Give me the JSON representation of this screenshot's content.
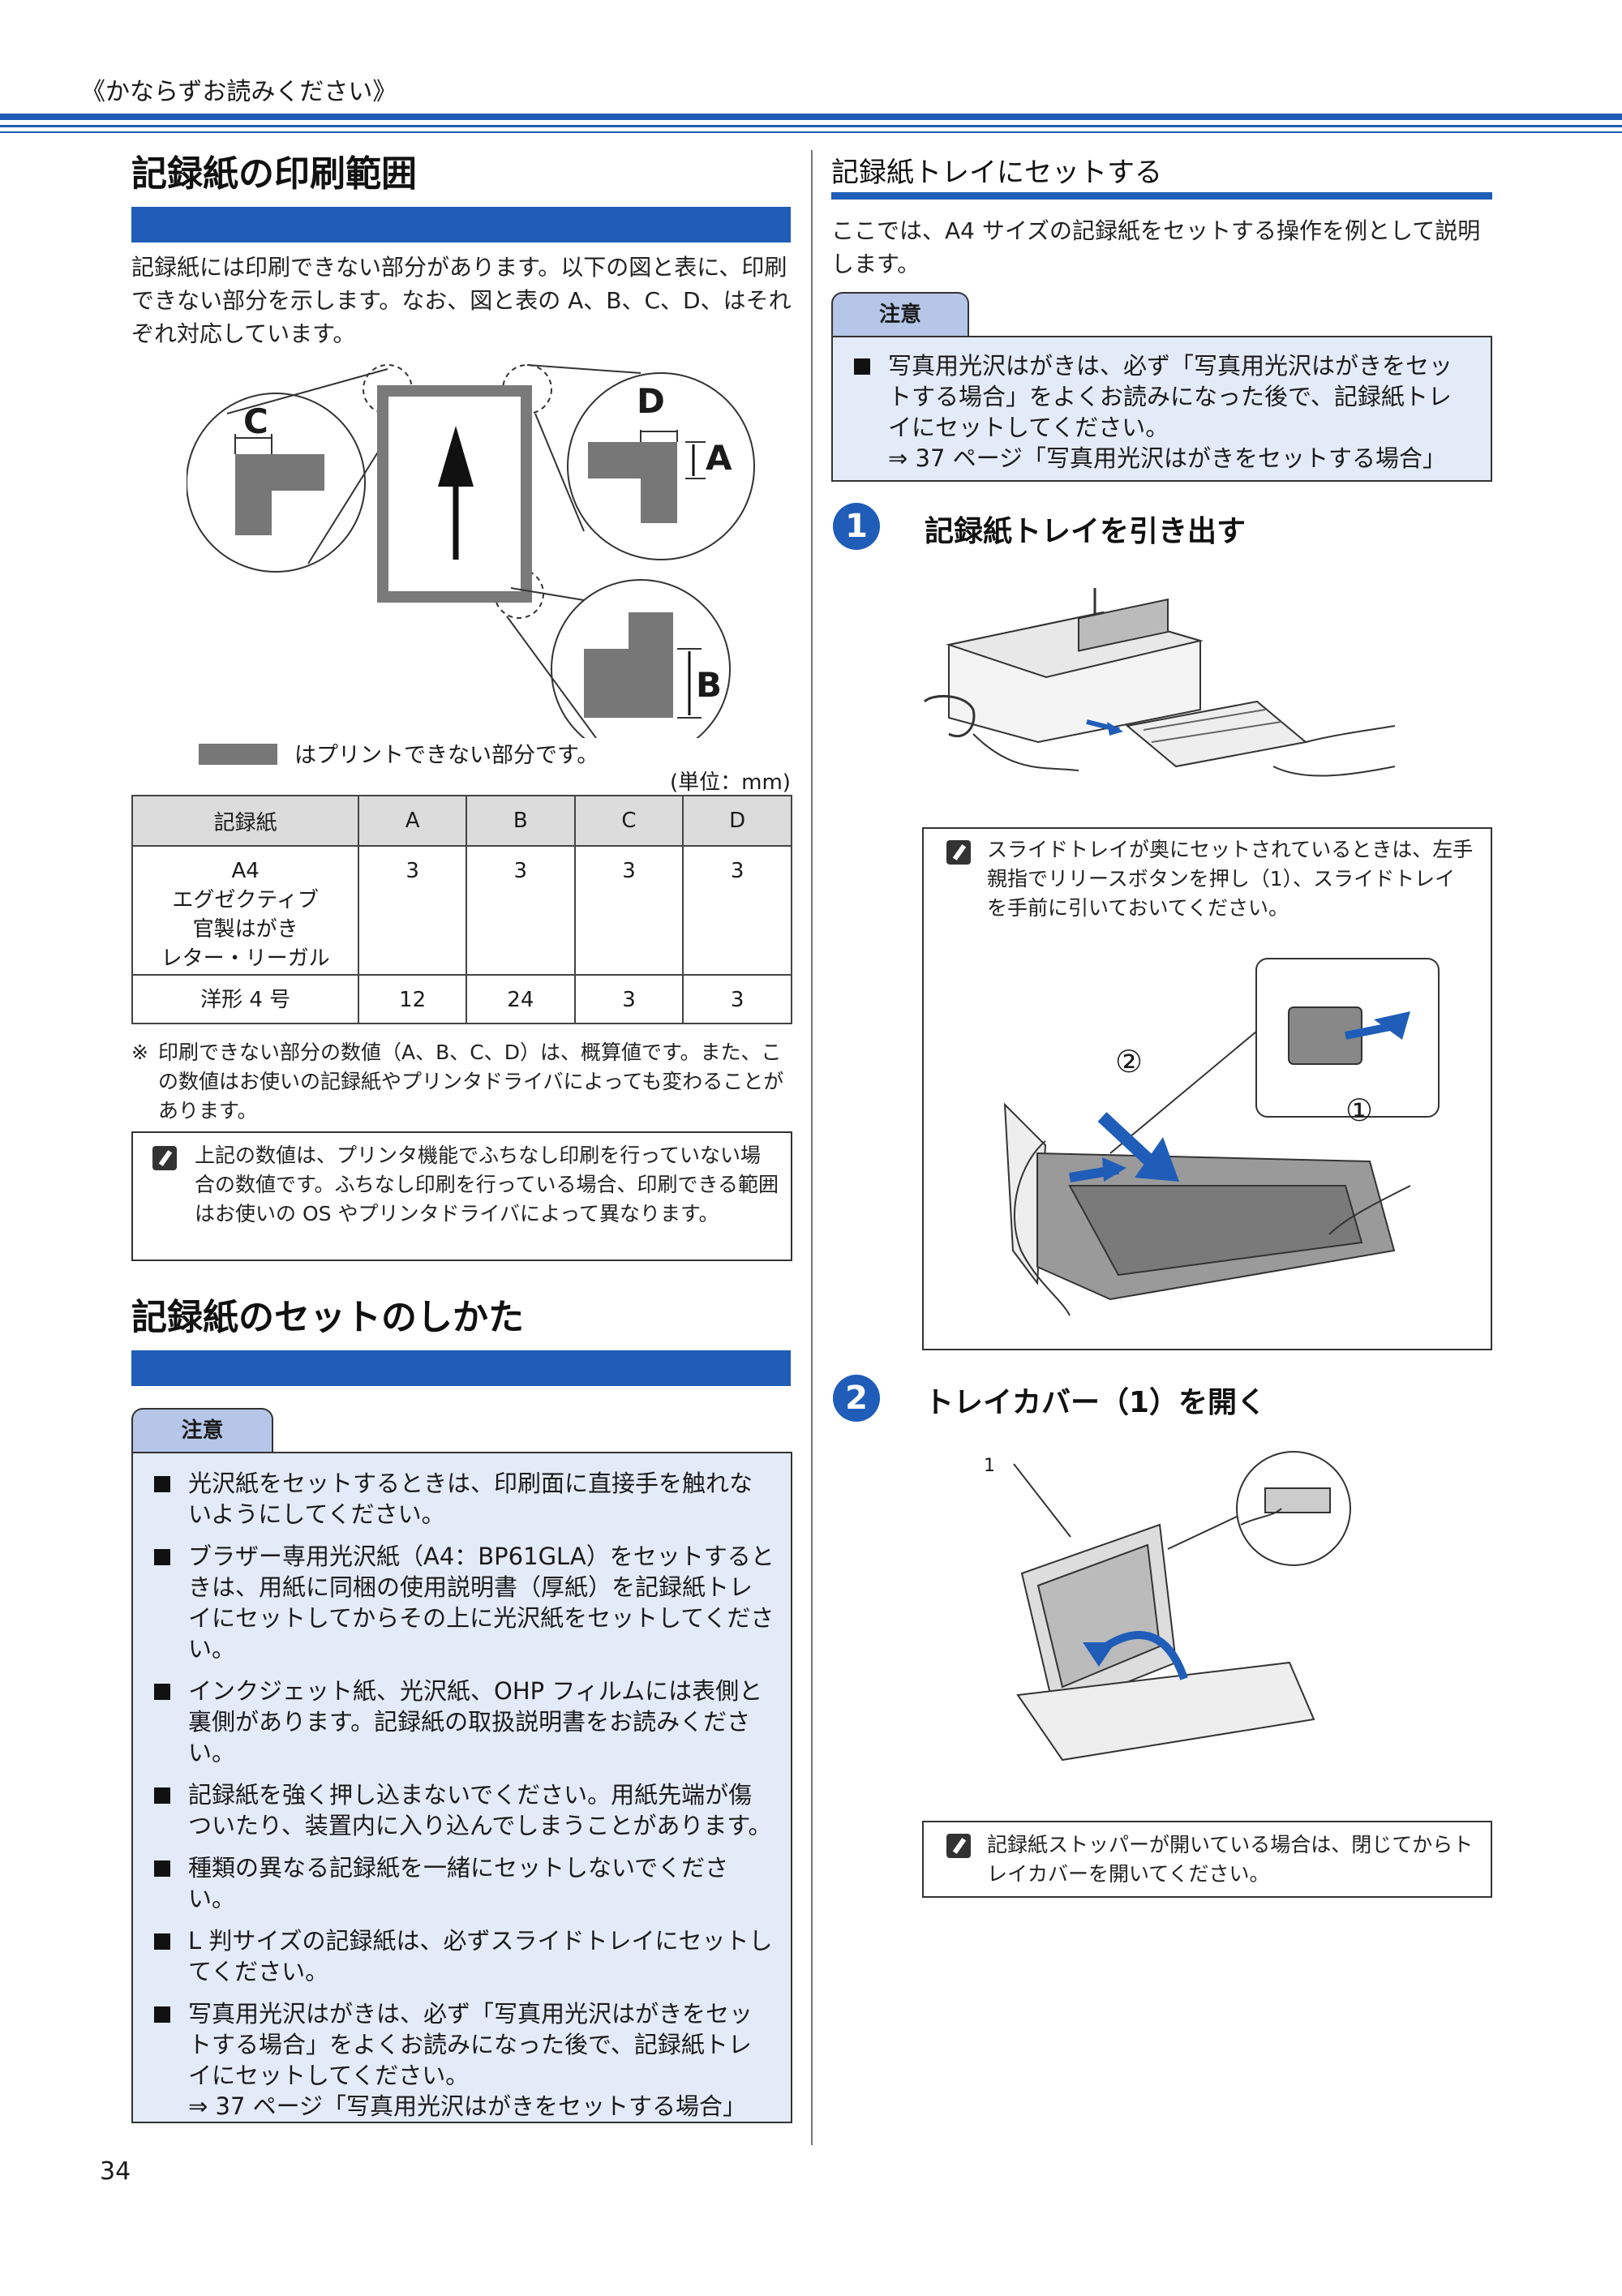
{
  "header": {
    "text": "《かならずお読みください》"
  },
  "left": {
    "section1": {
      "title": "記録紙の印刷範囲",
      "intro": "記録紙には印刷できない部分があります。以下の図と表に、印刷できない部分を示します。なお、図と表の A、B、C、D、はそれぞれ対応しています。",
      "diagram": {
        "label_c": "C",
        "label_d": "D",
        "label_a": "A",
        "label_b": "B"
      },
      "legend_text": "はプリントできない部分です。",
      "unit": "(単位：mm)",
      "table": {
        "headers": [
          "記録紙",
          "A",
          "B",
          "C",
          "D"
        ],
        "rows": [
          {
            "paper": [
              "A4",
              "エグゼクティブ",
              "官製はがき",
              "レター・リーガル"
            ],
            "a": "3",
            "b": "3",
            "c": "3",
            "d": "3"
          },
          {
            "paper": [
              "洋形 4 号"
            ],
            "a": "12",
            "b": "24",
            "c": "3",
            "d": "3"
          }
        ]
      },
      "footnote_mark": "※",
      "footnote": "印刷できない部分の数値（A、B、C、D）は、概算値です。また、この数値はお使いの記録紙やプリンタドライバによっても変わることがあります。",
      "note": "上記の数値は、プリンタ機能でふちなし印刷を行っていない場合の数値です。ふちなし印刷を行っている場合、印刷できる範囲はお使いの OS やプリンタドライバによって異なります。"
    },
    "section2": {
      "title": "記録紙のセットのしかた",
      "caution_label": "注意",
      "cautions": [
        "光沢紙をセットするときは、印刷面に直接手を触れないようにしてください。",
        "ブラザー専用光沢紙（A4：BP61GLA）をセットするときは、用紙に同梱の使用説明書（厚紙）を記録紙トレイにセットしてからその上に光沢紙をセットしてください。",
        "インクジェット紙、光沢紙、OHP フィルムには表側と裏側があります。記録紙の取扱説明書をお読みください。",
        "記録紙を強く押し込まないでください。用紙先端が傷ついたり、装置内に入り込んでしまうことがあります。",
        "種類の異なる記録紙を一緒にセットしないでください。",
        "L 判サイズの記録紙は、必ずスライドトレイにセットしてください。",
        "写真用光沢はがきは、必ず「写真用光沢はがきをセットする場合」をよくお読みになった後で、記録紙トレイにセットしてください。"
      ],
      "caution_ref": "⇒ 37 ページ「写真用光沢はがきをセットする場合」"
    }
  },
  "right": {
    "section": {
      "title": "記録紙トレイにセットする",
      "intro": "ここでは、A4 サイズの記録紙をセットする操作を例として説明します。",
      "caution_label": "注意",
      "caution_item": "写真用光沢はがきは、必ず「写真用光沢はがきをセットする場合」をよくお読みになった後で、記録紙トレイにセットしてください。",
      "caution_ref": "⇒ 37 ページ「写真用光沢はがきをセットする場合」"
    },
    "step1": {
      "number": "1",
      "title": "記録紙トレイを引き出す",
      "note": "スライドトレイが奥にセットされているときは、左手親指でリリースボタンを押し（1）、スライドトレイを手前に引いておいてください。",
      "callout1": "①",
      "callout2": "②"
    },
    "step2": {
      "number": "2",
      "title": "トレイカバー（1）を開く",
      "callout": "1",
      "note": "記録紙ストッパーが開いている場合は、閉じてからトレイカバーを開いてください。"
    }
  },
  "footer": {
    "page_number": "34"
  }
}
